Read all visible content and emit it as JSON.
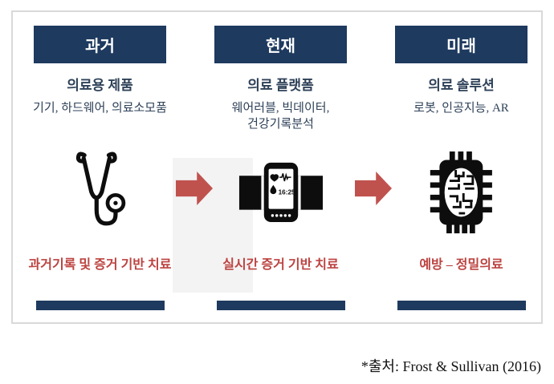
{
  "colors": {
    "navy": "#1e3a5f",
    "arrow_red": "#c0524e",
    "label_red": "#bc4340",
    "frame_border": "#d9d9d9",
    "icon_black": "#0d0d0d",
    "text_dark": "#2e4158"
  },
  "diagram": {
    "columns": [
      {
        "header": "과거",
        "title": "의료용 제품",
        "subtitle": "기기, 하드웨어, 의료소모품",
        "icon": "stethoscope-icon",
        "label": "과거기록 및 증거 기반 치료"
      },
      {
        "header": "현재",
        "title": "의료 플랫폼",
        "subtitle": "웨어러블, 빅데이터,\n건강기록분석",
        "icon": "smartwatch-icon",
        "watch_time": "16:25",
        "label": "실시간 증거 기반 치료"
      },
      {
        "header": "미래",
        "title": "의료 솔루션",
        "subtitle": "로봇, 인공지능, AR",
        "icon": "ai-chip-icon",
        "label": "예방 – 정밀의료"
      }
    ],
    "arrows": [
      "right-arrow-icon",
      "right-arrow-icon"
    ]
  },
  "footer": {
    "source_note": "*출처: Frost & Sullivan (2016)"
  }
}
